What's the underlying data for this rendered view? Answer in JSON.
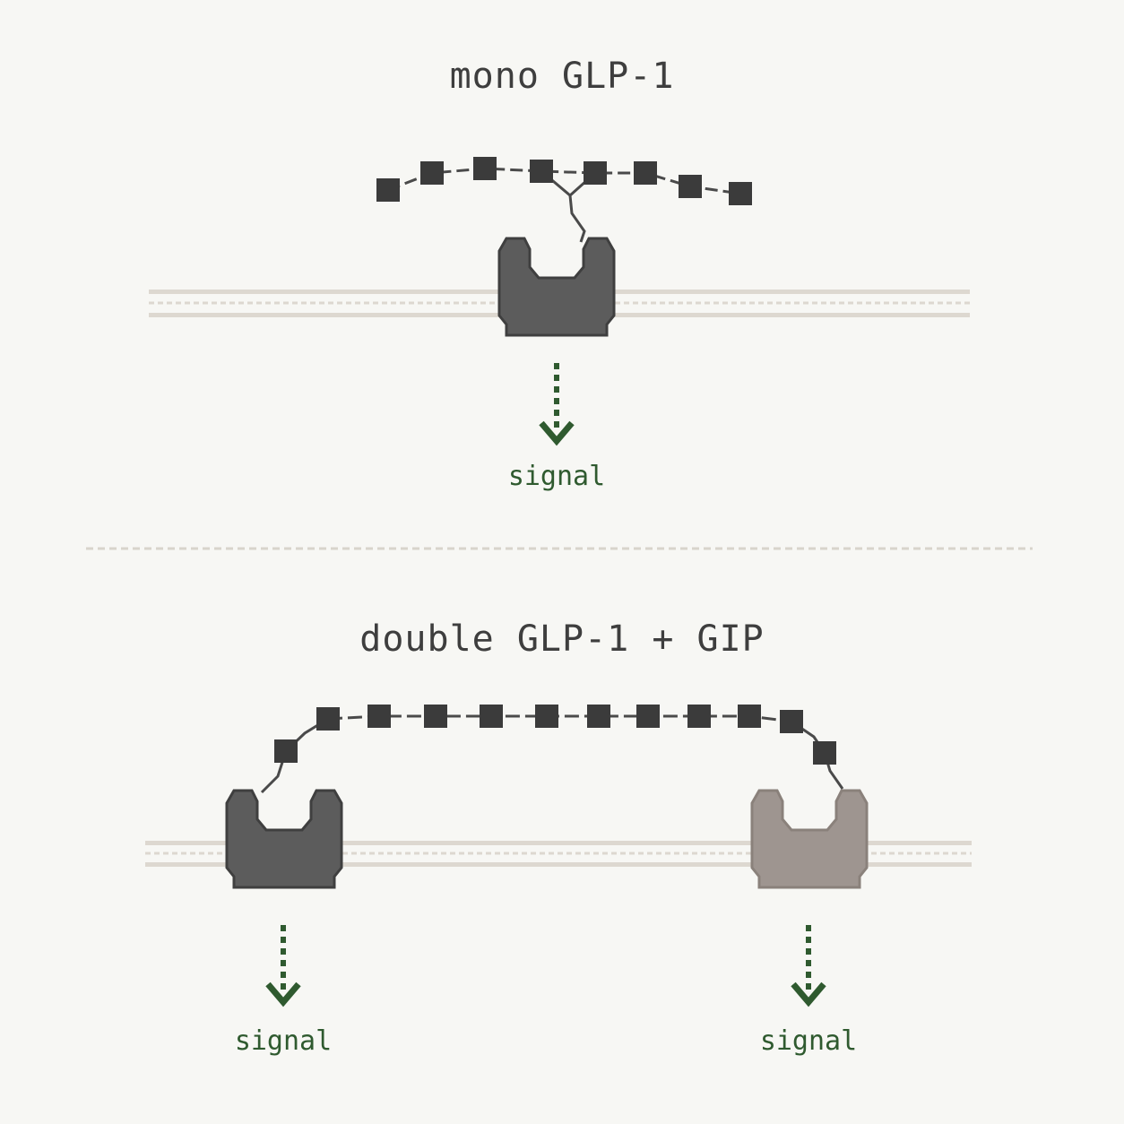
{
  "panels": [
    {
      "title": "mono GLP-1",
      "signals": [
        "signal"
      ]
    },
    {
      "title": "double GLP-1 + GIP",
      "signals": [
        "signal",
        "signal"
      ]
    }
  ],
  "colors": {
    "background": "#f7f7f4",
    "membrane": "#d9d4cc",
    "receptor_glp1": "#5c5c5c",
    "receptor_gip": "#9e9590",
    "peptide": "#3b3b3b",
    "signal": "#2f5a2f",
    "divider": "#d8d4cc"
  },
  "icons": [
    "glp1-receptor-icon",
    "gip-receptor-icon",
    "peptide-bead-icon",
    "signal-arrow-icon"
  ]
}
